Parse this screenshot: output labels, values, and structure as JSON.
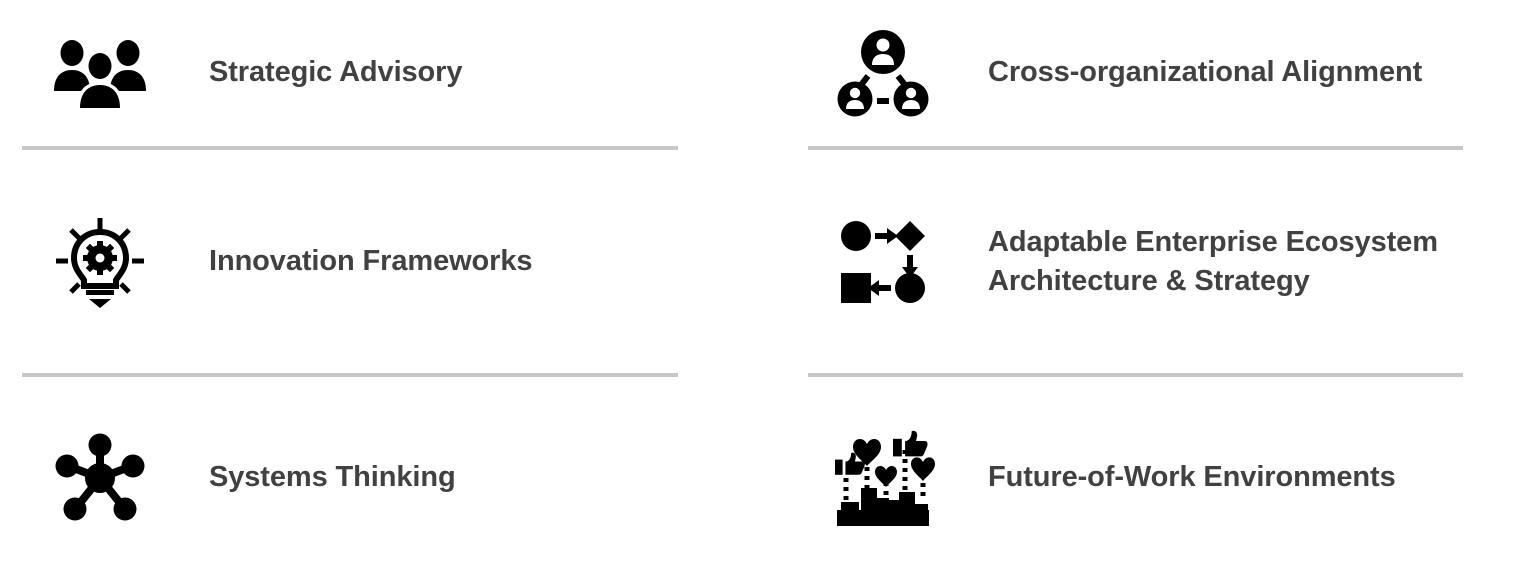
{
  "page": {
    "background_color": "#ffffff",
    "text_color": "#414141",
    "icon_color": "#000000",
    "divider_color": "#c7c7c7"
  },
  "columns": [
    {
      "name": "left-column",
      "items": [
        {
          "icon": "group-of-people-icon",
          "label_lines": [
            "Strategic Advisory"
          ],
          "label": "Strategic Advisory"
        },
        {
          "icon": "lightbulb-gear-icon",
          "label_lines": [
            "Innovation Frameworks"
          ],
          "label": "Innovation Frameworks"
        },
        {
          "icon": "network-hub-nodes-icon",
          "label_lines": [
            "Systems Thinking"
          ],
          "label": "Systems Thinking"
        }
      ]
    },
    {
      "name": "right-column",
      "items": [
        {
          "icon": "connected-people-triangle-icon",
          "label_lines": [
            "Cross-organizational Alignment"
          ],
          "label": "Cross-organizational Alignment"
        },
        {
          "icon": "flowchart-shapes-arrows-icon",
          "label_lines": [
            "Adaptable Enterprise Ecosystem",
            "Architecture & Strategy"
          ],
          "label": "Adaptable Enterprise Ecosystem Architecture & Strategy"
        },
        {
          "icon": "cityscape-hearts-thumbsup-icon",
          "label_lines": [
            "Future-of-Work Environments"
          ],
          "label": "Future-of-Work Environments"
        }
      ]
    }
  ]
}
